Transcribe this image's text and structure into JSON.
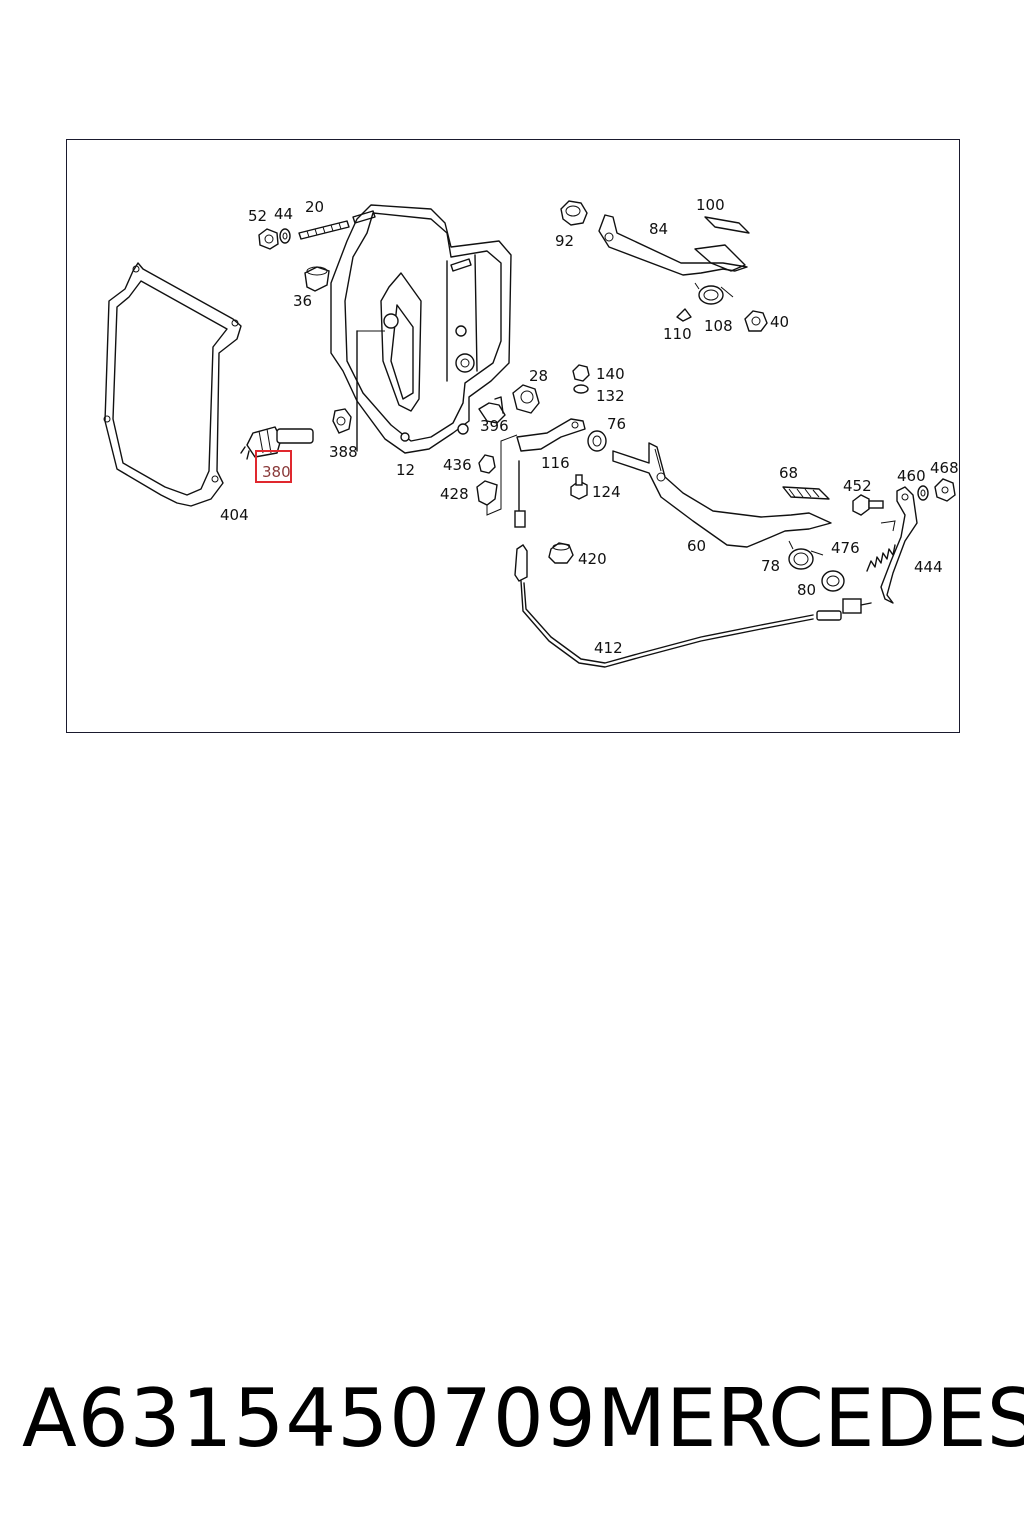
{
  "diagram": {
    "highlight_color": "#e0282e",
    "highlighted_part": "380",
    "labels": {
      "p52": "52",
      "p44": "44",
      "p20": "20",
      "p92": "92",
      "p84": "84",
      "p100": "100",
      "p36": "36",
      "p110": "110",
      "p108": "108",
      "p40": "40",
      "p28": "28",
      "p140": "140",
      "p132": "132",
      "p396": "396",
      "p76": "76",
      "p388": "388",
      "p12": "12",
      "p436": "436",
      "p116": "116",
      "p380": "380",
      "p124": "124",
      "p428": "428",
      "p68": "68",
      "p452": "452",
      "p460": "460",
      "p468": "468",
      "p404": "404",
      "p60": "60",
      "p476": "476",
      "p420": "420",
      "p78": "78",
      "p444": "444",
      "p80": "80",
      "p412": "412"
    }
  },
  "footer": {
    "part_number": "A6315450709",
    "brand": "MERCEDES"
  }
}
